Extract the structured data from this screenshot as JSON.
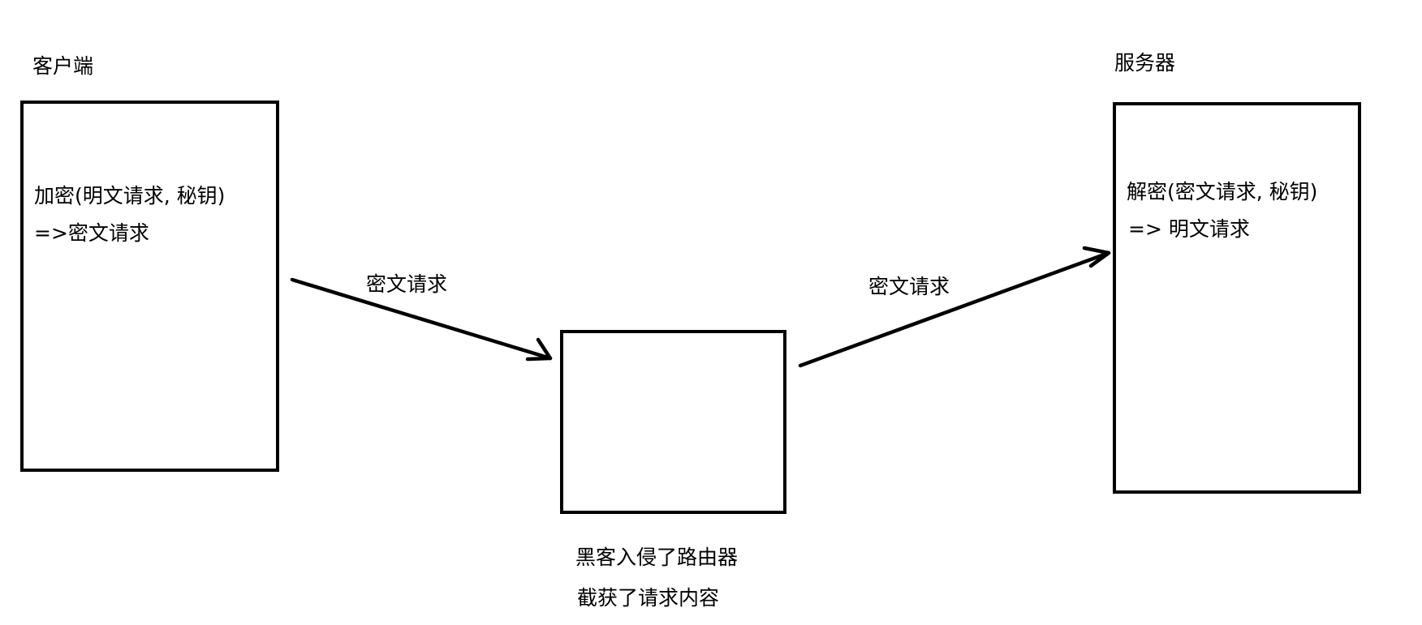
{
  "client": {
    "title": "客户端",
    "line1": "加密(明文请求, 秘钥)",
    "line2": "=>密文请求"
  },
  "server": {
    "title": "服务器",
    "line1": "解密(密文请求, 秘钥)",
    "line2": "=> 明文请求"
  },
  "router": {
    "caption1": "黑客入侵了路由器",
    "caption2": "截获了请求内容"
  },
  "arrows": {
    "left_label": "密文请求",
    "right_label": "密文请求"
  }
}
